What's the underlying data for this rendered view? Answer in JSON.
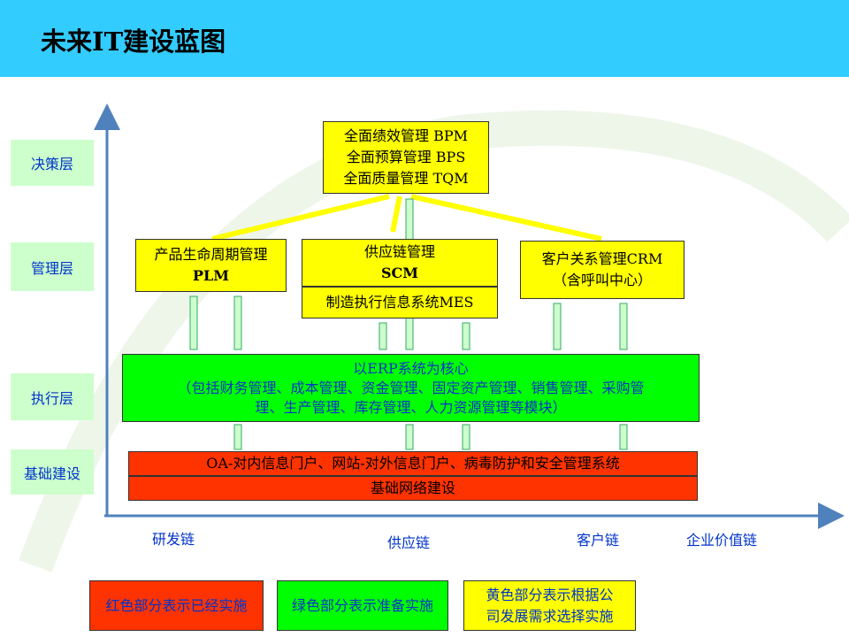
{
  "title": "未来IT建设蓝图",
  "layers": [
    "决策层",
    "管理层",
    "执行层",
    "基础建设"
  ],
  "top_box": [
    "全面绩效管理  BPM",
    "全面预算管理  BPS",
    "全面质量管理  TQM"
  ],
  "plm": [
    "产品生命周期管理",
    "PLM"
  ],
  "scm": [
    "供应链管理",
    "SCM"
  ],
  "mes": "制造执行信息系统MES",
  "crm": [
    "客户关系管理CRM",
    "（含呼叫中心）"
  ],
  "erp": [
    "以ERP系统为核心",
    "（包括财务管理、成本管理、资金管理、固定资产管理、销售管理、采购管",
    "理、生产管理、库存管理、人力资源管理等模块）"
  ],
  "oa": "OA-对内信息门户、网站-对外信息门户、病毒防护和安全管理系统",
  "network": "基础网络建设",
  "axis_labels": [
    "研发链",
    "供应链",
    "客户链",
    "企业价值链"
  ],
  "legend": [
    "红色部分表示已经实施",
    "绿色部分表示准备实施",
    "黄色部分表示根据公司发展需求选择实施"
  ],
  "colors": {
    "header": "#33CCFF",
    "yellow": "#FFFF00",
    "green": "#00FF00",
    "red": "#FF3300",
    "axis": "#4F81BD"
  }
}
